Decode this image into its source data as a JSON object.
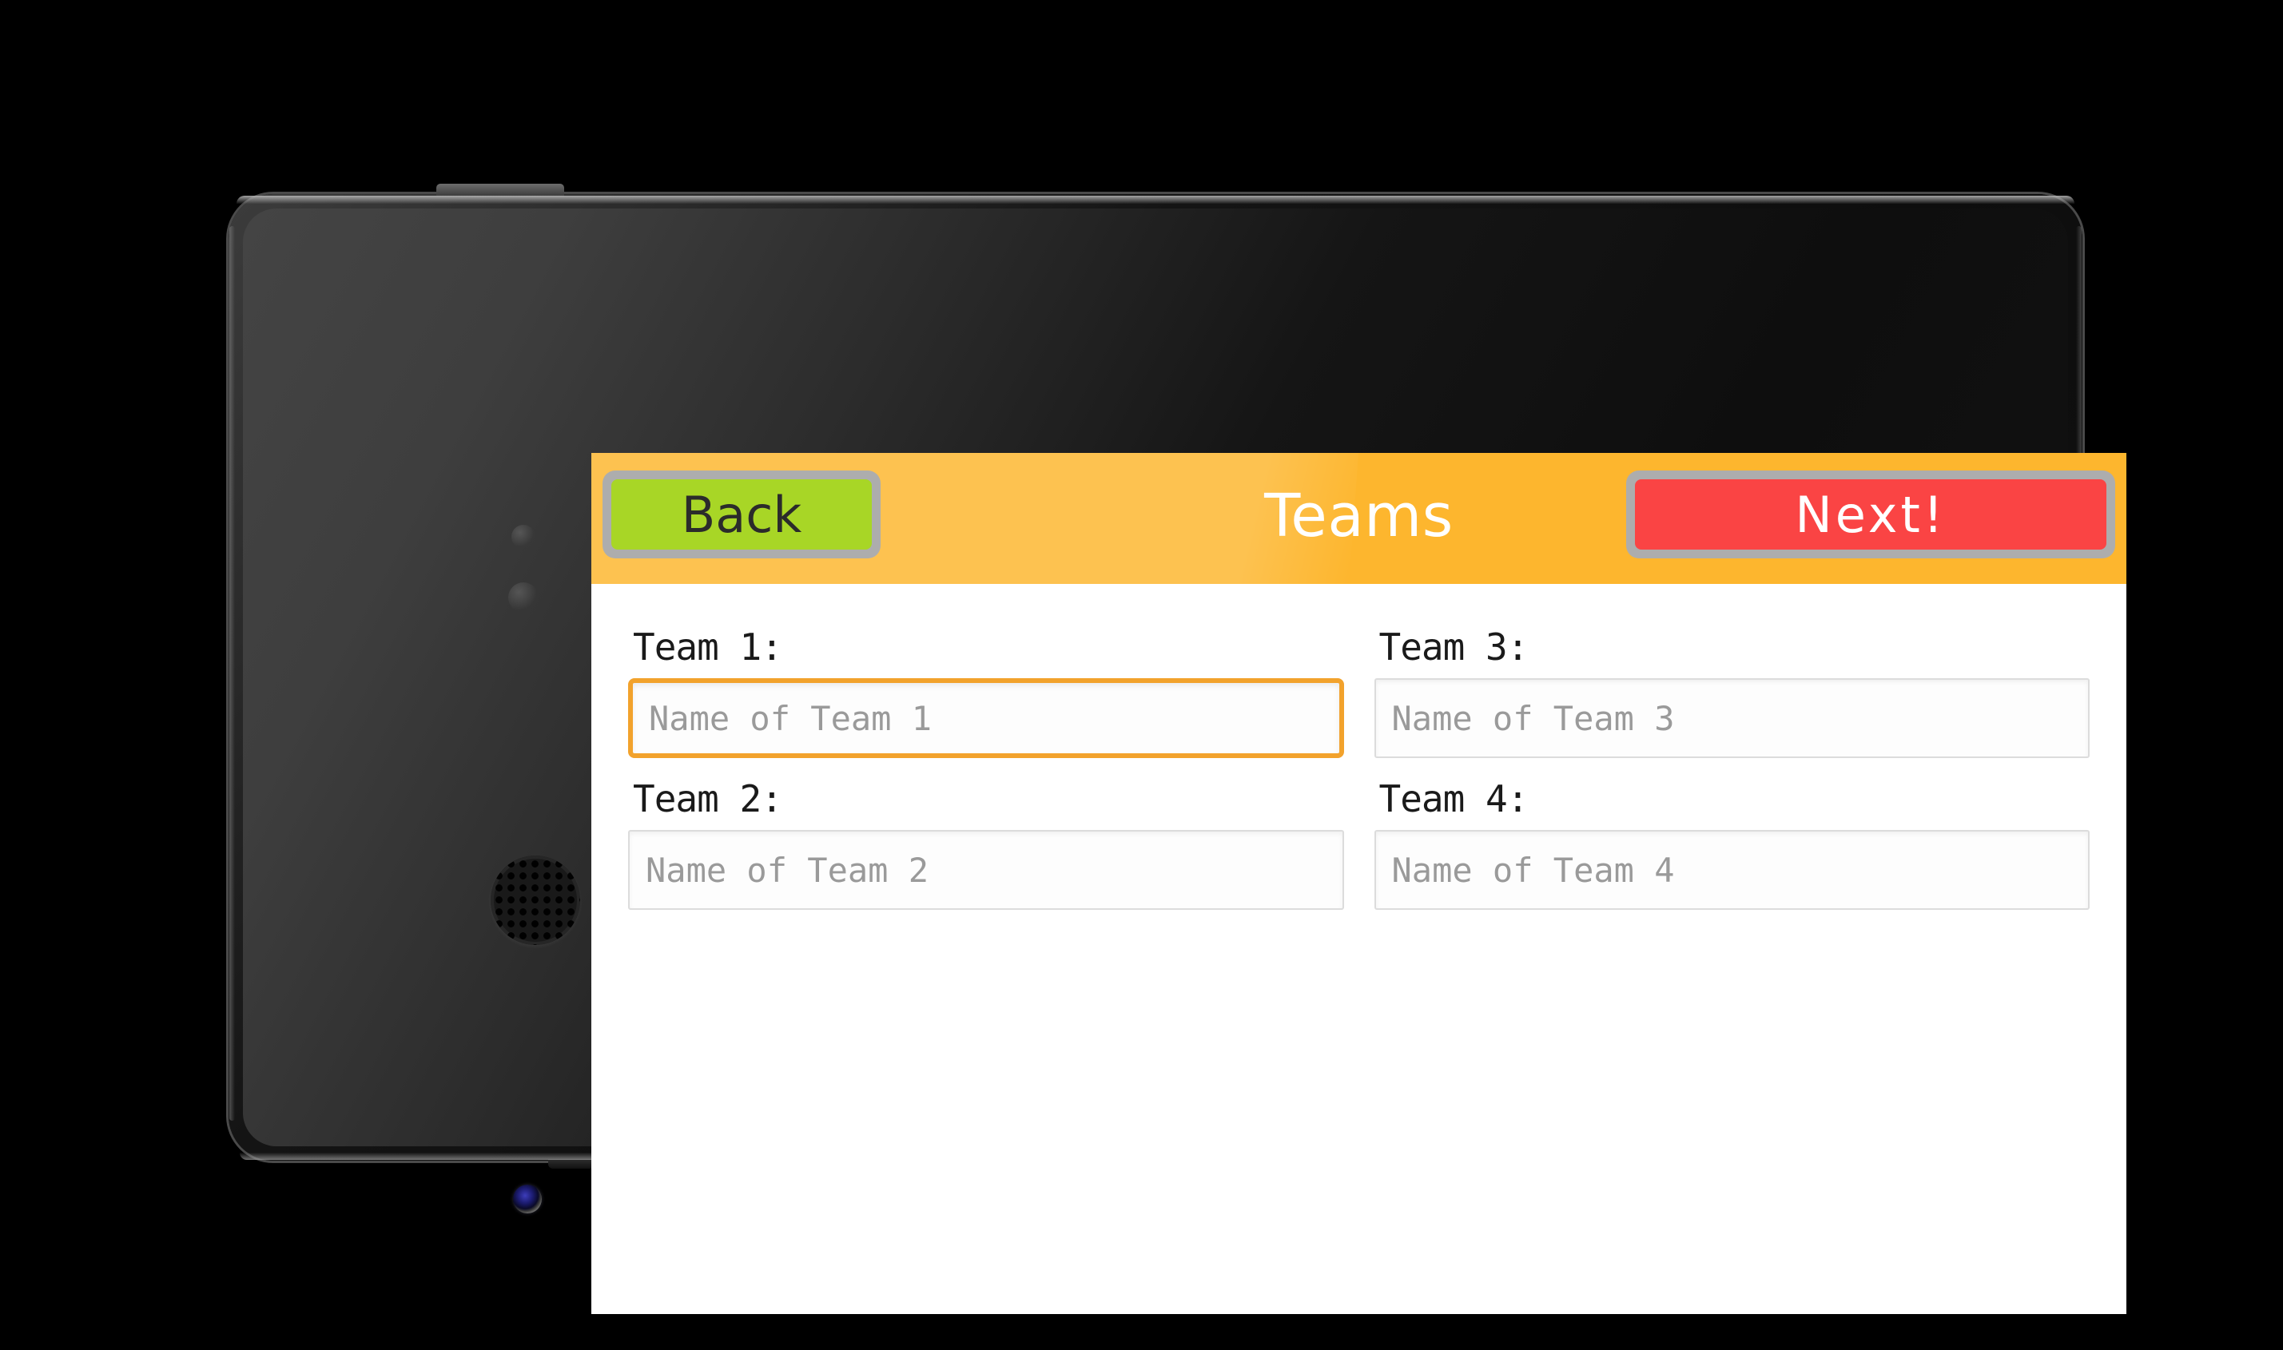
{
  "app": {
    "header": {
      "title": "Teams",
      "back_label": "Back",
      "next_label": "Next!"
    },
    "colors": {
      "header_bg": "#FDB62E",
      "back_fill": "#A8D626",
      "next_fill": "#FA4444",
      "button_border": "#ADADAD",
      "focus_border": "#F2A22C",
      "input_border": "#DCDCDC",
      "title_text": "#FFFFFF",
      "label_text": "#1A1A1A",
      "placeholder_text": "#9A9A9A",
      "screen_bg": "#FFFFFF"
    },
    "form": {
      "fields": [
        {
          "label": "Team 1:",
          "placeholder": "Name of Team 1",
          "value": "",
          "focused": true
        },
        {
          "label": "Team 2:",
          "placeholder": "Name of Team 2",
          "value": "",
          "focused": false
        },
        {
          "label": "Team 3:",
          "placeholder": "Name of Team 3",
          "value": "",
          "focused": false
        },
        {
          "label": "Team 4:",
          "placeholder": "Name of Team 4",
          "value": "",
          "focused": false
        }
      ]
    }
  },
  "device": {
    "hardware": {
      "speaker": "speaker-grille",
      "camera": "front-camera",
      "sensor_1": "proximity-sensor",
      "sensor_2": "ambient-light-sensor",
      "top_button": "power-button",
      "bottom_strip": "bottom-edge-strip"
    }
  }
}
